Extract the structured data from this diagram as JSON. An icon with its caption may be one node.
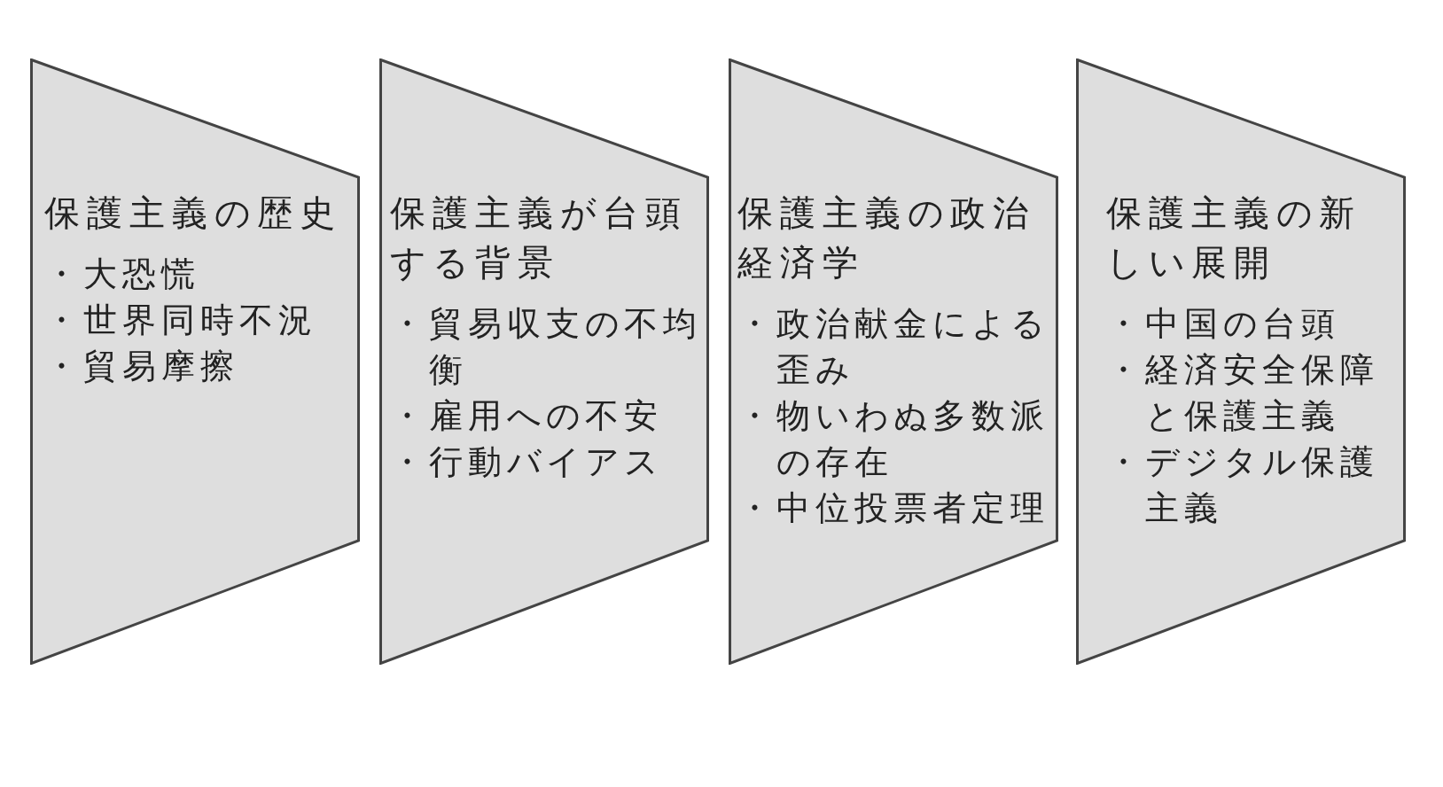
{
  "diagram": {
    "nodes": [
      {
        "text": [
          "保護主義の歴史",
          "・大恐慌",
          "・世界同時不況",
          "・貿易摩擦"
        ]
      },
      {
        "text": [
          "保護主義が台頭する背景",
          "・貿易収支の不均衡",
          "・雇用への不安",
          "・行動バイアス"
        ]
      },
      {
        "text": [
          "保護主義の政治経済学",
          "・政治献金による歪み",
          "・物いわぬ多数派の存在",
          "・中位投票者定理"
        ]
      },
      {
        "text": [
          "保護主義の新しい展開",
          "・中国の台頭",
          "・経済安全保障と保護主義",
          "・デジタル保護主義"
        ]
      }
    ]
  }
}
